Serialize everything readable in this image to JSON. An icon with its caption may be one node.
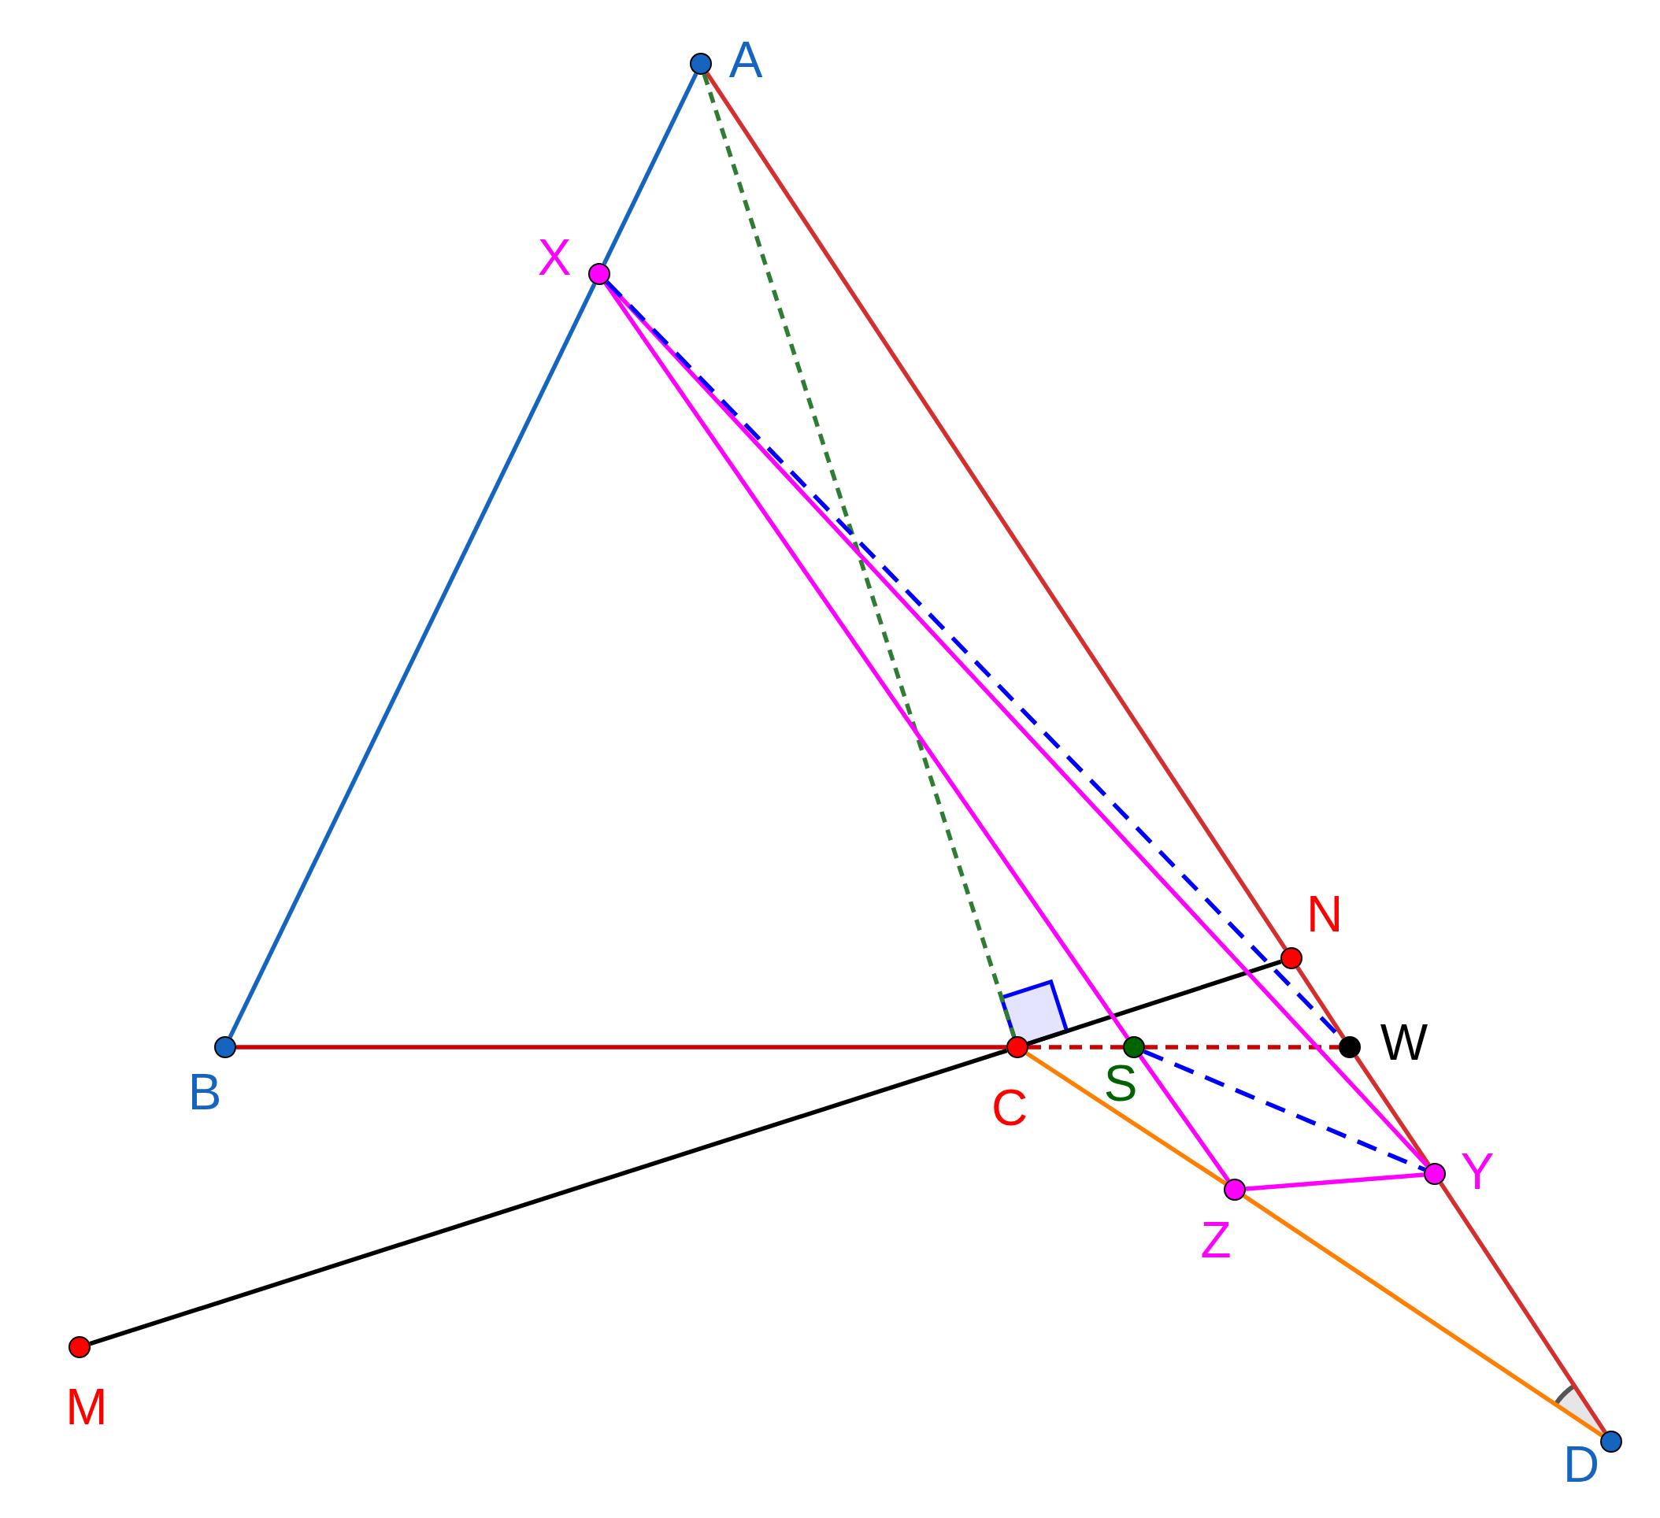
{
  "diagram": {
    "nodes": [
      {
        "text": [
          "A"
        ]
      },
      {
        "text": [
          "X"
        ]
      },
      {
        "text": [
          "N"
        ]
      },
      {
        "text": [
          "B"
        ]
      },
      {
        "text": [
          "C"
        ]
      },
      {
        "text": [
          "S"
        ]
      },
      {
        "text": [
          "W"
        ]
      },
      {
        "text": [
          "Y"
        ]
      },
      {
        "text": [
          "Z"
        ]
      },
      {
        "text": [
          "M"
        ]
      },
      {
        "text": [
          "D"
        ]
      }
    ],
    "edges": [
      {
        "from": 0,
        "to": 1,
        "arrow": "none",
        "color": "#1565c0"
      },
      {
        "from": 1,
        "to": 3,
        "arrow": "none",
        "color": "#1565c0"
      },
      {
        "from": 0,
        "to": 2,
        "arrow": "none",
        "color": "#d32f2f"
      },
      {
        "from": 2,
        "to": 6,
        "arrow": "none",
        "color": "#d32f2f"
      },
      {
        "from": 6,
        "to": 7,
        "arrow": "none",
        "color": "#d32f2f"
      },
      {
        "from": 7,
        "to": 10,
        "arrow": "none",
        "color": "#d32f2f"
      },
      {
        "from": 3,
        "to": 4,
        "arrow": "none",
        "color": "#cc0000"
      },
      {
        "from": 4,
        "to": 5,
        "arrow": "none",
        "style": "dashed",
        "color": "#cc0000"
      },
      {
        "from": 5,
        "to": 6,
        "arrow": "none",
        "style": "dashed",
        "color": "#cc0000"
      },
      {
        "from": 4,
        "to": 8,
        "arrow": "none",
        "color": "#ff8000"
      },
      {
        "from": 8,
        "to": 10,
        "arrow": "none",
        "color": "#ff8000"
      },
      {
        "from": 9,
        "to": 4,
        "arrow": "none",
        "color": "#000000"
      },
      {
        "from": 4,
        "to": 2,
        "arrow": "none",
        "color": "#000000"
      },
      {
        "from": 0,
        "to": 4,
        "arrow": "none",
        "style": "dashed",
        "color": "#2e7d32"
      },
      {
        "from": 1,
        "to": 7,
        "arrow": "none",
        "color": "#ff00ff"
      },
      {
        "from": 1,
        "to": 5,
        "arrow": "none",
        "color": "#ff00ff"
      },
      {
        "from": 5,
        "to": 8,
        "arrow": "none",
        "color": "#ff00ff"
      },
      {
        "from": 8,
        "to": 7,
        "arrow": "none",
        "color": "#ff00ff"
      },
      {
        "from": 1,
        "to": 6,
        "arrow": "none",
        "style": "dashed",
        "color": "#0000ff"
      },
      {
        "from": 5,
        "to": 7,
        "arrow": "none",
        "style": "dashed",
        "color": "#0000ff"
      }
    ]
  }
}
